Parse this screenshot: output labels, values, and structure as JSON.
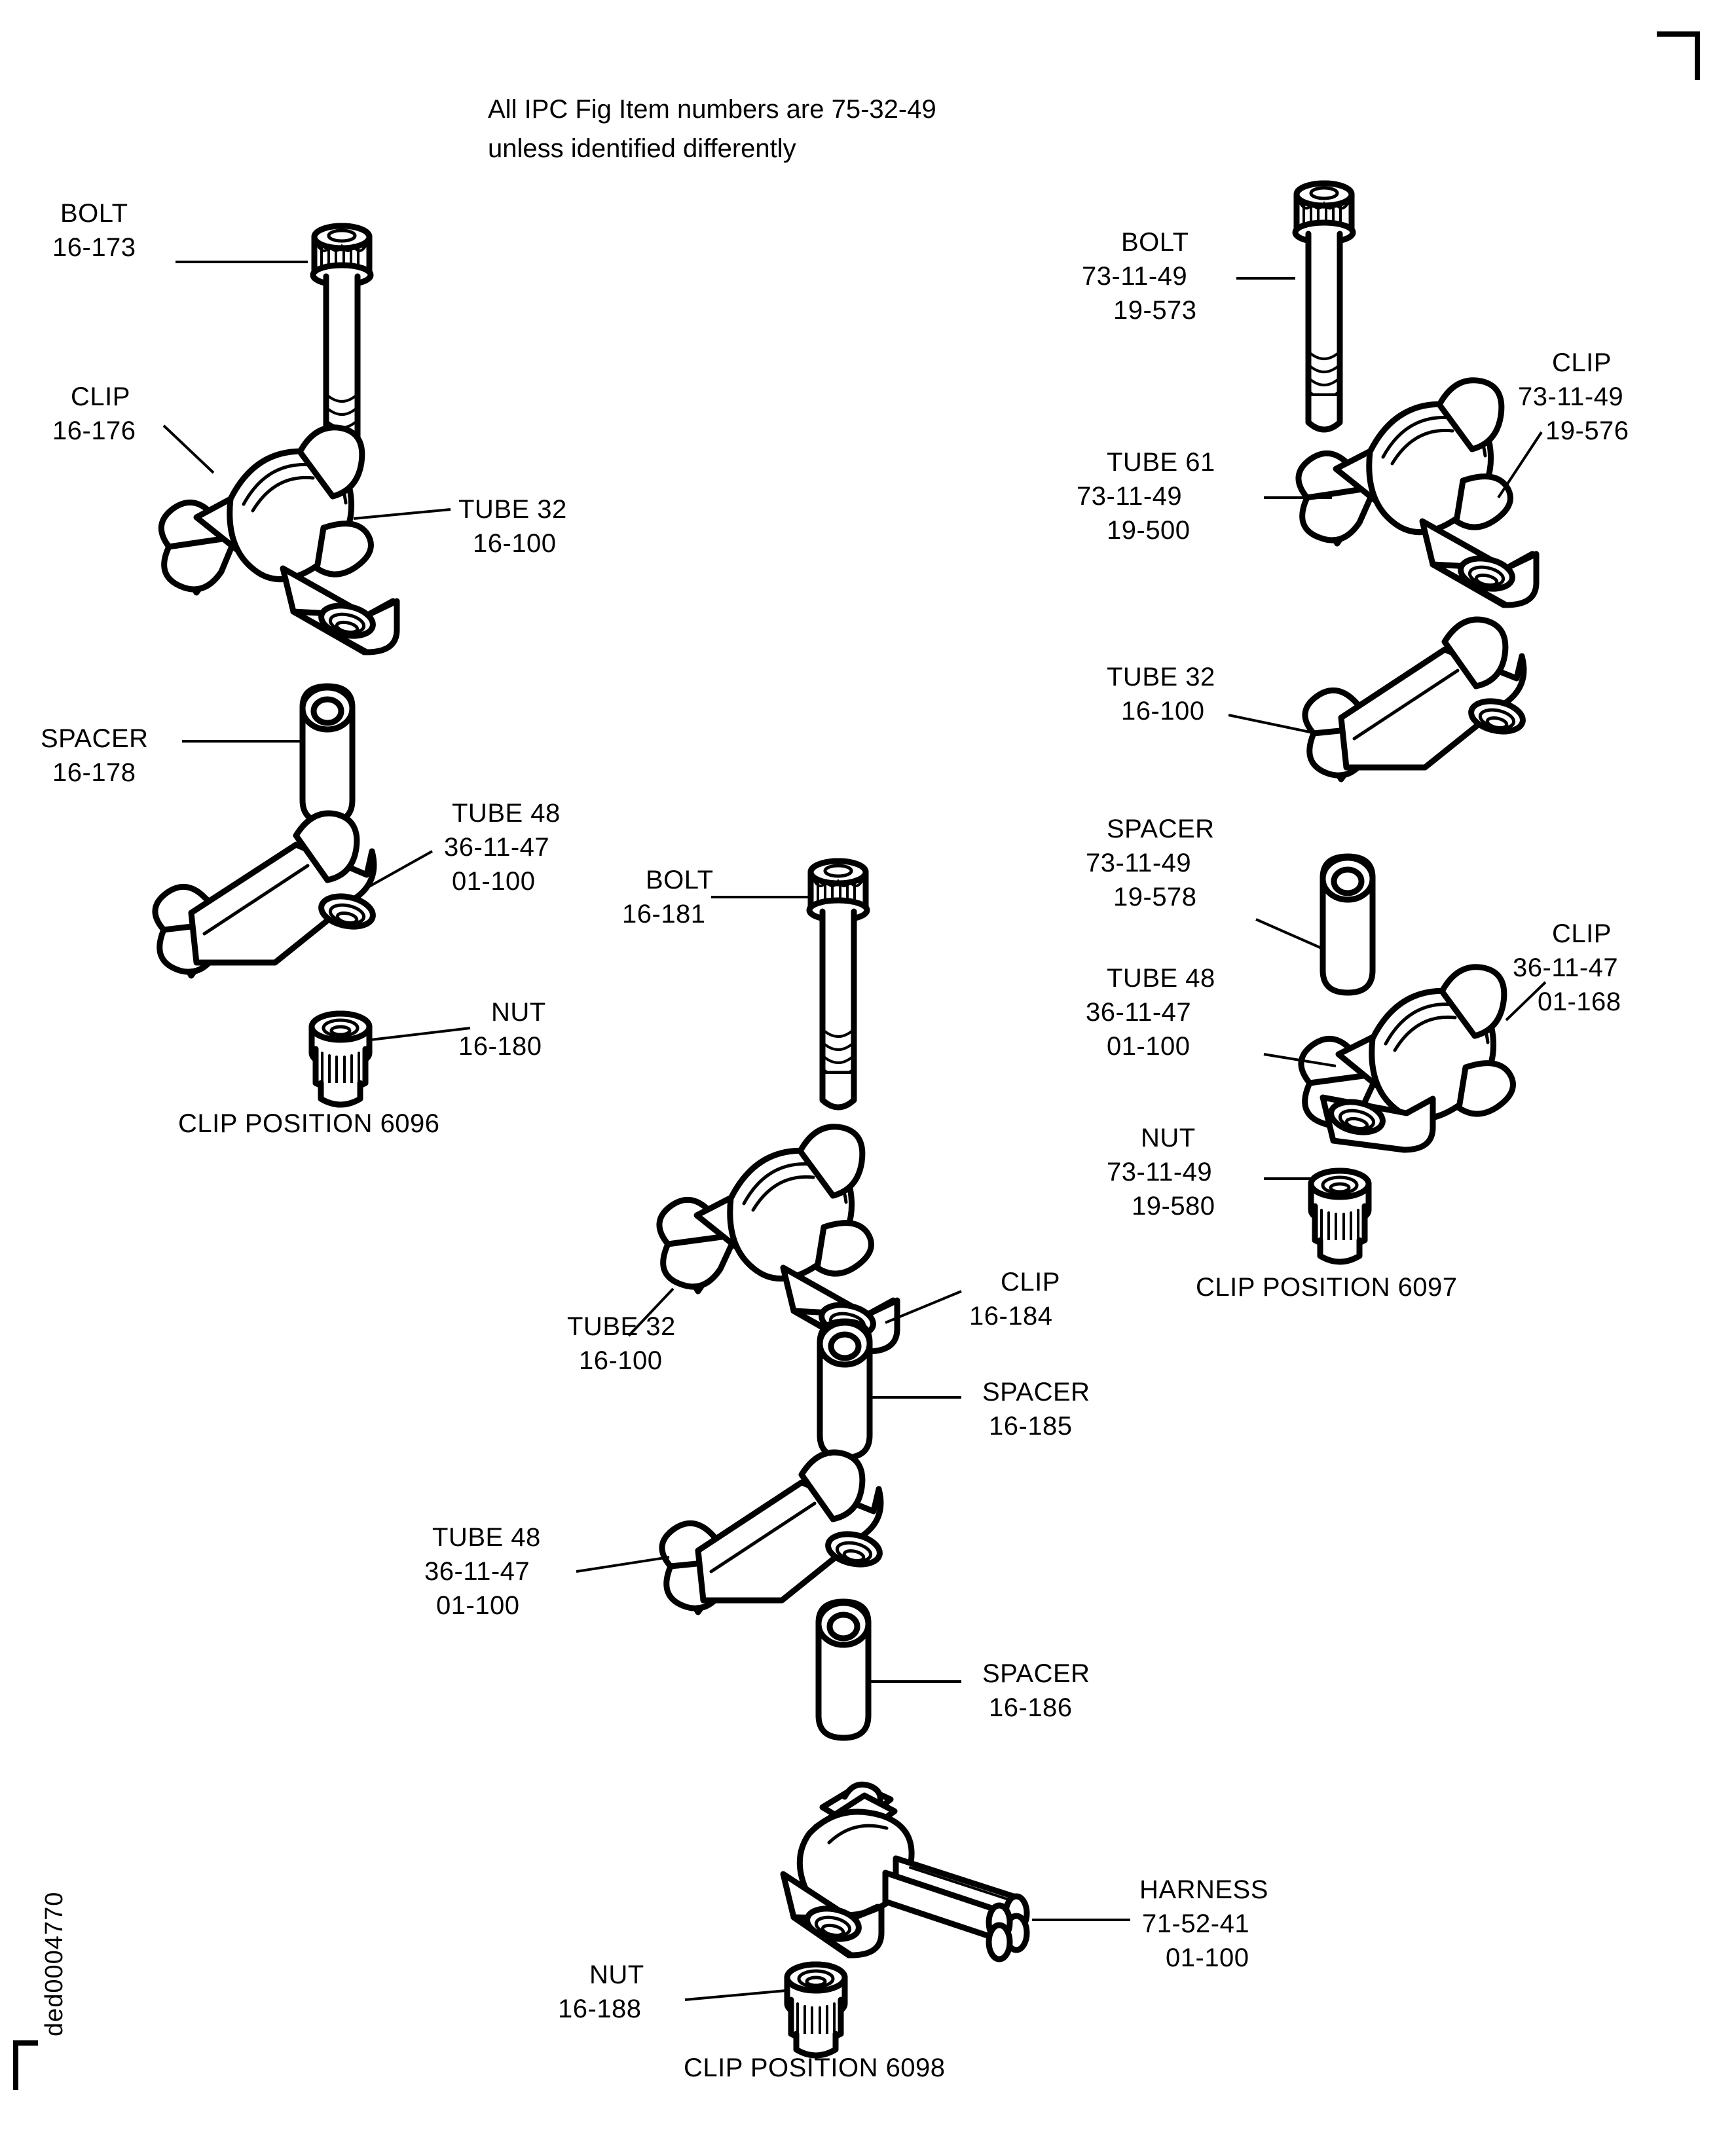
{
  "document": {
    "note_line1": "All IPC Fig Item numbers are 75-32-49",
    "note_line2": "unless identified differently",
    "side_code": "ded0004770"
  },
  "groups": [
    {
      "id": "6096",
      "caption": "CLIP POSITION 6096",
      "parts": [
        {
          "name": "BOLT",
          "codes": [
            "16-173"
          ]
        },
        {
          "name": "CLIP",
          "codes": [
            "16-176"
          ]
        },
        {
          "name": "TUBE 32",
          "codes": [
            "16-100"
          ]
        },
        {
          "name": "SPACER",
          "codes": [
            "16-178"
          ]
        },
        {
          "name": "TUBE 48",
          "codes": [
            "36-11-47",
            "01-100"
          ]
        },
        {
          "name": "NUT",
          "codes": [
            "16-180"
          ]
        }
      ]
    },
    {
      "id": "6097",
      "caption": "CLIP POSITION 6097",
      "parts": [
        {
          "name": "BOLT",
          "codes": [
            "73-11-49",
            "19-573"
          ]
        },
        {
          "name": "CLIP",
          "codes": [
            "73-11-49",
            "19-576"
          ]
        },
        {
          "name": "TUBE 61",
          "codes": [
            "73-11-49",
            "19-500"
          ]
        },
        {
          "name": "TUBE 32",
          "codes": [
            "16-100"
          ]
        },
        {
          "name": "SPACER",
          "codes": [
            "73-11-49",
            "19-578"
          ]
        },
        {
          "name": "TUBE 48",
          "codes": [
            "36-11-47",
            "01-100"
          ]
        },
        {
          "name": "CLIP",
          "codes": [
            "36-11-47",
            "01-168"
          ]
        },
        {
          "name": "NUT",
          "codes": [
            "73-11-49",
            "19-580"
          ]
        }
      ]
    },
    {
      "id": "6098",
      "caption": "CLIP POSITION 6098",
      "parts": [
        {
          "name": "BOLT",
          "codes": [
            "16-181"
          ]
        },
        {
          "name": "TUBE 32",
          "codes": [
            "16-100"
          ]
        },
        {
          "name": "CLIP",
          "codes": [
            "16-184"
          ]
        },
        {
          "name": "SPACER",
          "codes": [
            "16-185"
          ]
        },
        {
          "name": "TUBE 48",
          "codes": [
            "36-11-47",
            "01-100"
          ]
        },
        {
          "name": "SPACER",
          "codes": [
            "16-186"
          ]
        },
        {
          "name": "HARNESS",
          "codes": [
            "71-52-41",
            "01-100"
          ]
        },
        {
          "name": "NUT",
          "codes": [
            "16-188"
          ]
        }
      ]
    }
  ],
  "labels": {
    "note1": "All IPC Fig Item numbers are 75-32-49",
    "note2": "unless identified differently",
    "g1_bolt_name": "BOLT",
    "g1_bolt_c1": "16-173",
    "g1_clip_name": "CLIP",
    "g1_clip_c1": "16-176",
    "g1_tube32_name": "TUBE 32",
    "g1_tube32_c1": "16-100",
    "g1_spacer_name": "SPACER",
    "g1_spacer_c1": "16-178",
    "g1_tube48_name": "TUBE 48",
    "g1_tube48_c1": "36-11-47",
    "g1_tube48_c2": "01-100",
    "g1_nut_name": "NUT",
    "g1_nut_c1": "16-180",
    "g1_caption": "CLIP POSITION 6096",
    "g2_bolt_name": "BOLT",
    "g2_bolt_c1": "73-11-49",
    "g2_bolt_c2": "19-573",
    "g2_clip_name": "CLIP",
    "g2_clip_c1": "73-11-49",
    "g2_clip_c2": "19-576",
    "g2_tube61_name": "TUBE 61",
    "g2_tube61_c1": "73-11-49",
    "g2_tube61_c2": "19-500",
    "g2_tube32_name": "TUBE 32",
    "g2_tube32_c1": "16-100",
    "g2_spacer_name": "SPACER",
    "g2_spacer_c1": "73-11-49",
    "g2_spacer_c2": "19-578",
    "g2_tube48_name": "TUBE 48",
    "g2_tube48_c1": "36-11-47",
    "g2_tube48_c2": "01-100",
    "g2_clip2_name": "CLIP",
    "g2_clip2_c1": "36-11-47",
    "g2_clip2_c2": "01-168",
    "g2_nut_name": "NUT",
    "g2_nut_c1": "73-11-49",
    "g2_nut_c2": "19-580",
    "g2_caption": "CLIP POSITION 6097",
    "g3_bolt_name": "BOLT",
    "g3_bolt_c1": "16-181",
    "g3_tube32_name": "TUBE 32",
    "g3_tube32_c1": "16-100",
    "g3_clip_name": "CLIP",
    "g3_clip_c1": "16-184",
    "g3_spacer1_name": "SPACER",
    "g3_spacer1_c1": "16-185",
    "g3_tube48_name": "TUBE 48",
    "g3_tube48_c1": "36-11-47",
    "g3_tube48_c2": "01-100",
    "g3_spacer2_name": "SPACER",
    "g3_spacer2_c1": "16-186",
    "g3_harness_name": "HARNESS",
    "g3_harness_c1": "71-52-41",
    "g3_harness_c2": "01-100",
    "g3_nut_name": "NUT",
    "g3_nut_c1": "16-188",
    "g3_caption": "CLIP POSITION 6098",
    "side_code": "ded0004770"
  }
}
